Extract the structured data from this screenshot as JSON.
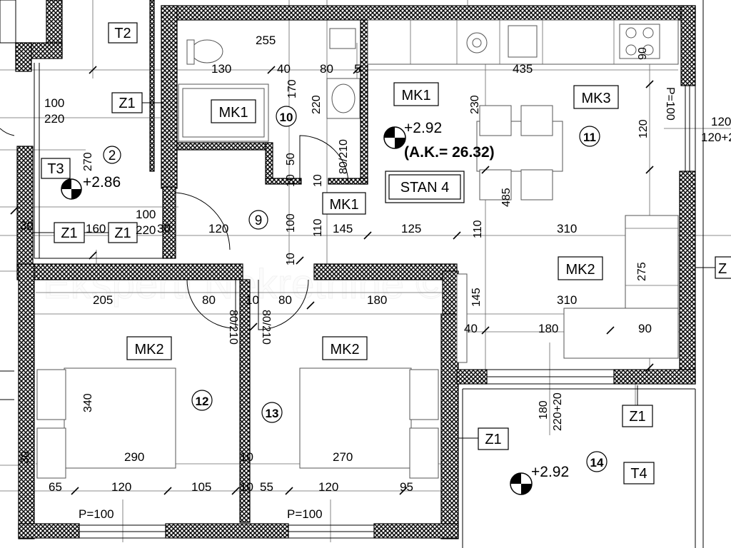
{
  "labels": {
    "t2": "T2",
    "t3": "T3",
    "t4": "T4",
    "z1": "Z1",
    "z_right": "Z",
    "mk1": "MK1",
    "mk2": "MK2",
    "mk3": "MK3",
    "stan": "STAN 4",
    "ak": "(A.K.= 26.32)",
    "p100": "P=100",
    "p100_vertical": "P=100",
    "watermark": "Eksperti Nekretnine ©"
  },
  "rooms": {
    "r2": "2",
    "r9": "9",
    "r10": "10",
    "r11": "11",
    "r12": "12",
    "r13": "13",
    "r14": "14"
  },
  "levels": {
    "main": "+2.92",
    "t3": "+2.86",
    "terrace": "+2.92"
  },
  "dims": {
    "d255": "255",
    "d130": "130",
    "d40": "40",
    "d80": "80",
    "d5": "5",
    "d435": "435",
    "d90": "90",
    "d170": "170",
    "d220": "220",
    "d230": "230",
    "d120": "120",
    "d485": "485",
    "d50": "50",
    "d10": "10",
    "d80_210": "80/210",
    "d100_220": "100\n220",
    "d100": "100",
    "d220b": "220",
    "d30": "30",
    "d160": "160",
    "d110": "110",
    "d145": "145",
    "d125": "125",
    "d310": "310",
    "d275": "275",
    "d270": "270",
    "d205": "205",
    "d180": "180",
    "d340": "340",
    "d290": "290",
    "d65": "65",
    "d105": "105",
    "d55": "55",
    "d95": "95",
    "d120_right": "120",
    "d120_220": "120+2",
    "d180b": "180",
    "d220_20": "220+20"
  }
}
